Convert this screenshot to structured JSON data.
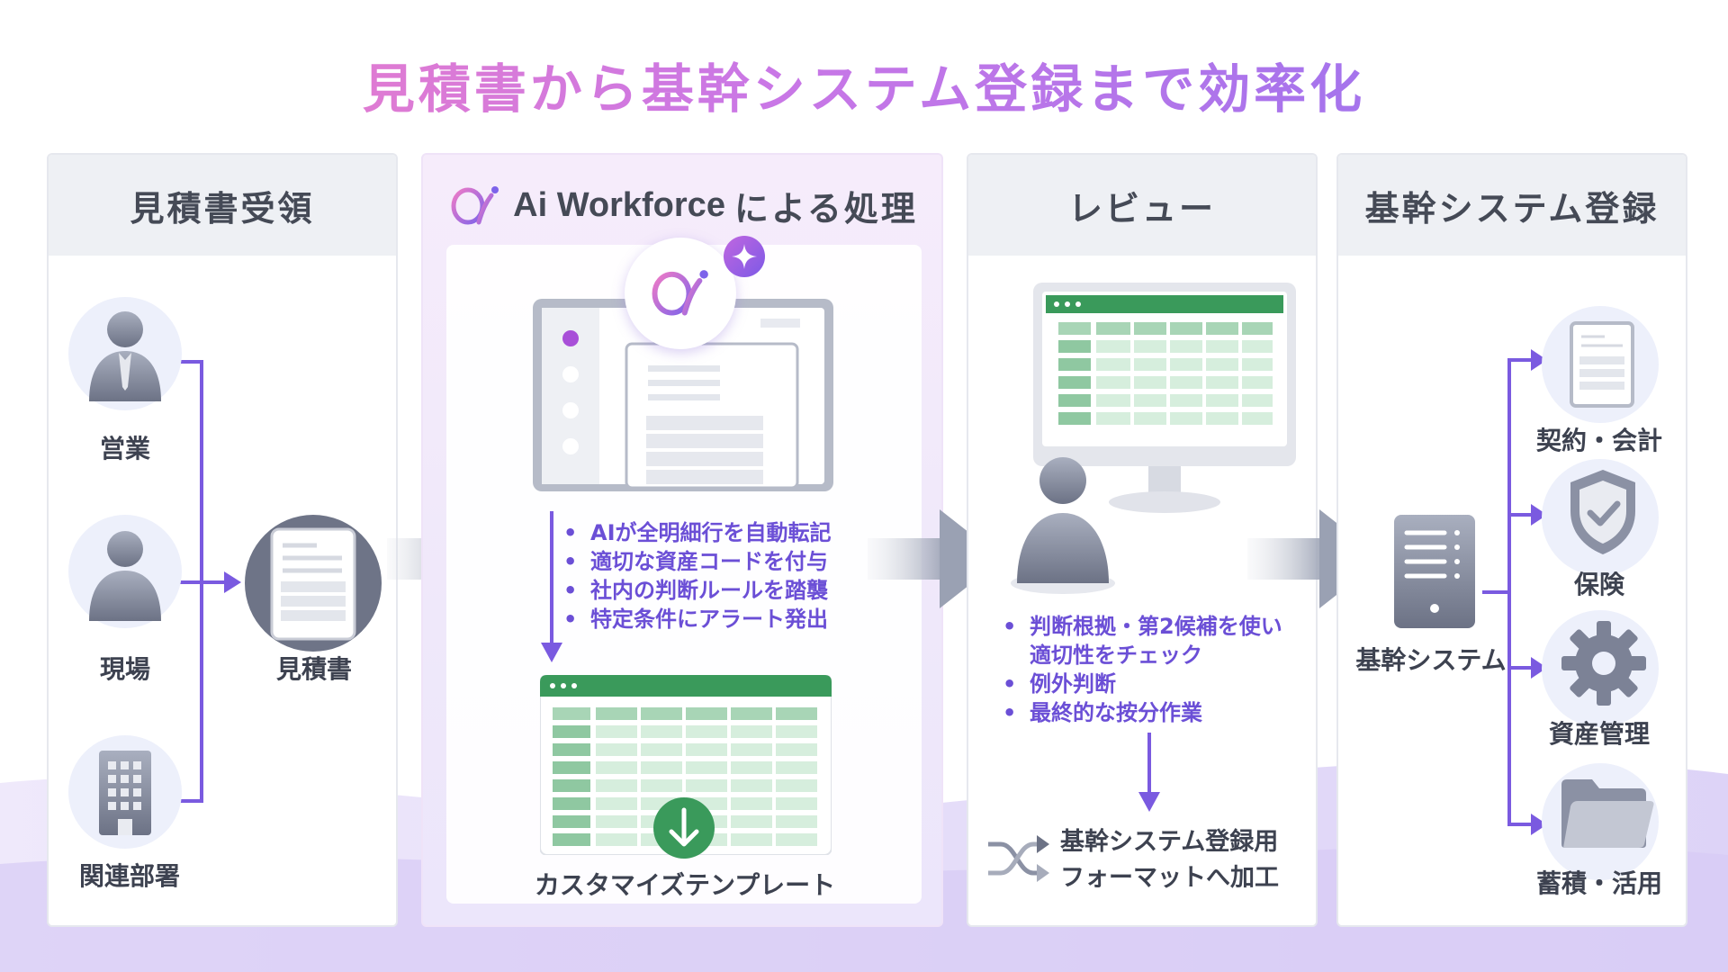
{
  "title": "見積書から基幹システム登録まで効率化",
  "colors": {
    "accent": "#6b4fd6",
    "green": "#3a9a5b",
    "panel_head": "#eef0f4"
  },
  "panels": {
    "receive": {
      "title": "見積書受領",
      "sources": [
        "営業",
        "現場",
        "関連部署"
      ],
      "doc_label": "見積書"
    },
    "ai": {
      "brand": "Ai Workforce",
      "title_suffix": "による処理",
      "bullets": [
        "AIが全明細行を自動転記",
        "適切な資産コードを付与",
        "社内の判断ルールを踏襲",
        "特定条件にアラート発出"
      ],
      "template_label": "カスタマイズテンプレート"
    },
    "review": {
      "title": "レビュー",
      "bullets": [
        "判断根拠・第2候補を使い",
        "適切性をチェック",
        "例外判断",
        "最終的な按分作業"
      ],
      "convert_line1": "基幹システム登録用",
      "convert_line2": "フォーマットへ加工"
    },
    "register": {
      "title": "基幹システム登録",
      "system_label": "基幹システム",
      "outputs": [
        "契約・会計",
        "保険",
        "資産管理",
        "蓄積・活用"
      ]
    }
  }
}
